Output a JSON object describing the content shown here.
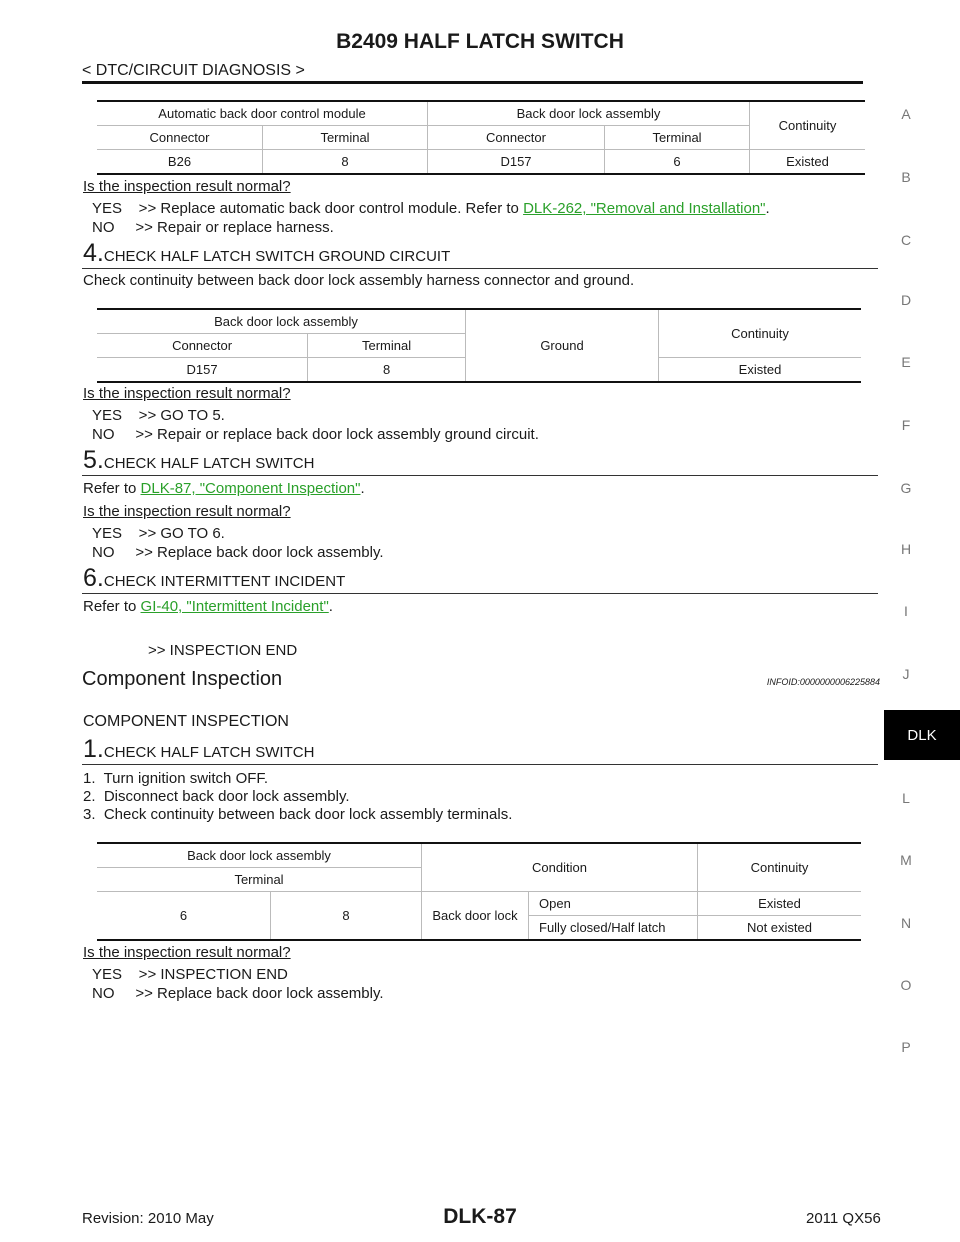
{
  "header": {
    "title": "B2409 HALF LATCH SWITCH",
    "subtitle": "< DTC/CIRCUIT DIAGNOSIS >"
  },
  "side_index": [
    "A",
    "B",
    "C",
    "D",
    "E",
    "F",
    "G",
    "H",
    "I",
    "J",
    "DLK",
    "L",
    "M",
    "N",
    "O",
    "P"
  ],
  "table1": {
    "h1": "Automatic back door control module",
    "h2": "Back door lock assembly",
    "h3": "Continuity",
    "c1": "Connector",
    "c2": "Terminal",
    "c3": "Connector",
    "c4": "Terminal",
    "r1": "B26",
    "r2": "8",
    "r3": "D157",
    "r4": "6",
    "r5": "Existed"
  },
  "block3": {
    "question": "Is the inspection result normal?",
    "yes_prefix": "YES    >> Replace automatic back door control module. Refer to ",
    "yes_link": "DLK-262, \"Removal and Installation\"",
    "yes_suffix": ".",
    "no": "NO     >> Repair or replace harness."
  },
  "step4": {
    "num": "4.",
    "title": "CHECK HALF LATCH SWITCH GROUND CIRCUIT",
    "text": "Check continuity between back door lock assembly harness connector and ground."
  },
  "table2": {
    "h1": "Back door lock assembly",
    "h2": "Ground",
    "h3": "Continuity",
    "c1": "Connector",
    "c2": "Terminal",
    "r1": "D157",
    "r2": "8",
    "r3": "Existed"
  },
  "block4": {
    "question": "Is the inspection result normal?",
    "yes": "YES    >> GO TO 5.",
    "no": "NO     >> Repair or replace back door lock assembly ground circuit."
  },
  "step5": {
    "num": "5.",
    "title": "CHECK HALF LATCH SWITCH",
    "text_prefix": "Refer to ",
    "link": "DLK-87, \"Component Inspection\"",
    "text_suffix": ".",
    "question": "Is the inspection result normal?",
    "yes": "YES    >> GO TO 6.",
    "no": "NO     >> Replace back door lock assembly."
  },
  "step6": {
    "num": "6.",
    "title": "CHECK INTERMITTENT INCIDENT",
    "text_prefix": "Refer to ",
    "link": "GI-40, \"Intermittent Incident\"",
    "text_suffix": ".",
    "end": ">> INSPECTION END"
  },
  "component": {
    "heading": "Component Inspection",
    "infoid": "INFOID:0000000006225884",
    "sub": "COMPONENT INSPECTION",
    "step_num": "1.",
    "step_title": "CHECK HALF LATCH SWITCH",
    "item1": "1.  Turn ignition switch OFF.",
    "item2": "2.  Disconnect back door lock assembly.",
    "item3": "3.  Check continuity between back door lock assembly terminals."
  },
  "table3": {
    "h1": "Back door lock assembly",
    "h2": "Condition",
    "h3": "Continuity",
    "c1": "Terminal",
    "t1": "6",
    "t2": "8",
    "cond": "Back door lock",
    "s1": "Open",
    "v1": "Existed",
    "s2": "Fully closed/Half latch",
    "v2": "Not existed"
  },
  "block_comp": {
    "question": "Is the inspection result normal?",
    "yes": "YES    >> INSPECTION END",
    "no": "NO     >> Replace back door lock assembly."
  },
  "footer": {
    "revision": "Revision: 2010 May",
    "page": "DLK-87",
    "model": "2011 QX56"
  }
}
